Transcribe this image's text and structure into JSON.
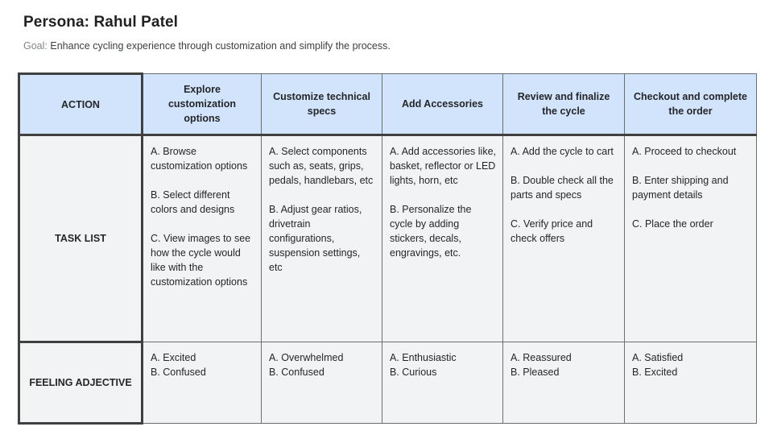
{
  "page": {
    "title": "Persona: Rahul Patel",
    "goal_label": "Goal:",
    "goal_text": "Enhance cycling experience through customization and simplify the process."
  },
  "colors": {
    "header_fill": "#d2e3fc",
    "cell_fill": "#f1f3f4",
    "border_dark": "#404040",
    "border_light": "#6e6e6e",
    "text": "#242628"
  },
  "table": {
    "corner_label": "ACTION",
    "columns": [
      "Explore customization options",
      "Customize technical specs",
      "Add Accessories",
      "Review and finalize the cycle",
      "Checkout and complete the order"
    ],
    "task": {
      "label": "TASK LIST",
      "cells": [
        "A. Browse customization options\n\nB. Select different colors and designs\n\nC. View images to see how the cycle would like with the customization options",
        "A. Select components such as, seats, grips, pedals, handlebars, etc\n\nB. Adjust gear ratios, drivetrain configurations, suspension settings, etc",
        "A. Add accessories like, basket, reflector or LED lights, horn, etc\n\nB. Personalize the cycle by adding stickers, decals, engravings, etc.",
        "A. Add the cycle to cart\n\nB. Double check all the parts and specs\n\nC. Verify price and check offers",
        "A. Proceed to checkout\n\nB. Enter shipping and payment details\n\nC. Place the order"
      ]
    },
    "feeling": {
      "label": "FEELING ADJECTIVE",
      "cells": [
        "A. Excited\nB. Confused",
        "A. Overwhelmed\nB. Confused",
        "A. Enthusiastic\nB. Curious",
        "A. Reassured\nB. Pleased",
        "A. Satisfied\nB. Excited"
      ]
    }
  }
}
